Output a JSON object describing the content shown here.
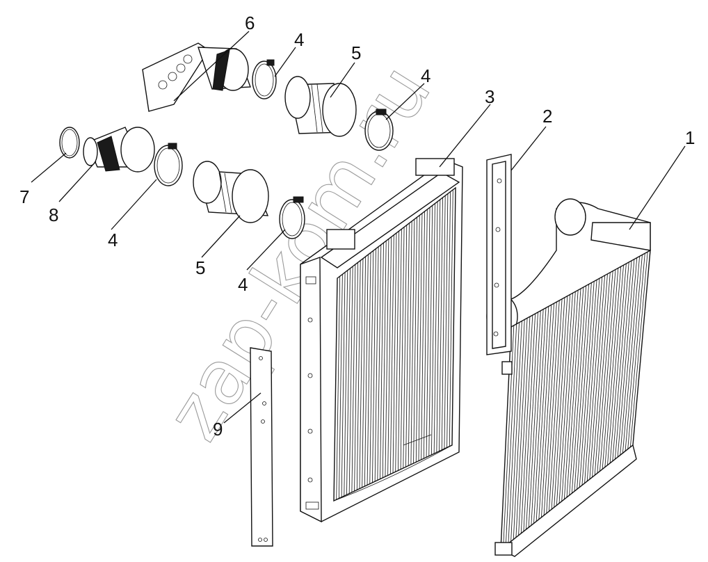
{
  "diagram": {
    "callouts": [
      {
        "id": "c1",
        "label": "1"
      },
      {
        "id": "c2",
        "label": "2"
      },
      {
        "id": "c3",
        "label": "3"
      },
      {
        "id": "c4a",
        "label": "4"
      },
      {
        "id": "c4b",
        "label": "4"
      },
      {
        "id": "c4c",
        "label": "4"
      },
      {
        "id": "c4d",
        "label": "4"
      },
      {
        "id": "c5a",
        "label": "5"
      },
      {
        "id": "c5b",
        "label": "5"
      },
      {
        "id": "c6",
        "label": "6"
      },
      {
        "id": "c7",
        "label": "7"
      },
      {
        "id": "c8",
        "label": "8"
      },
      {
        "id": "c9",
        "label": "9"
      }
    ],
    "watermark": "zap-kom.ru"
  }
}
